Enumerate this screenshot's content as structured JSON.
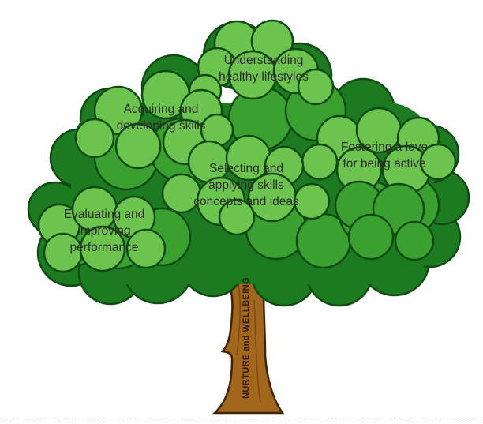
{
  "tree": {
    "trunk_label": "NURTURE and WELLBEING",
    "branches": [
      {
        "id": "lifestyles",
        "lines": [
          "Understanding",
          "healthy lifestyles"
        ]
      },
      {
        "id": "acquiring",
        "lines": [
          "Acquiring and",
          "developing skills"
        ]
      },
      {
        "id": "fostering",
        "lines": [
          "Fostering a love",
          "for being active"
        ]
      },
      {
        "id": "selecting",
        "lines": [
          "Selecting and",
          "applying skills",
          "concepts and ideas"
        ]
      },
      {
        "id": "evaluating",
        "lines": [
          "Evaluating and",
          "improving",
          "performance"
        ]
      }
    ]
  },
  "colors": {
    "leaf_light": "#6cc44e",
    "leaf_mid": "#3aa131",
    "leaf_dark": "#1c7a20",
    "leaf_outline": "#0e4a12",
    "trunk": "#a2661c",
    "trunk_outline": "#3f2404"
  }
}
